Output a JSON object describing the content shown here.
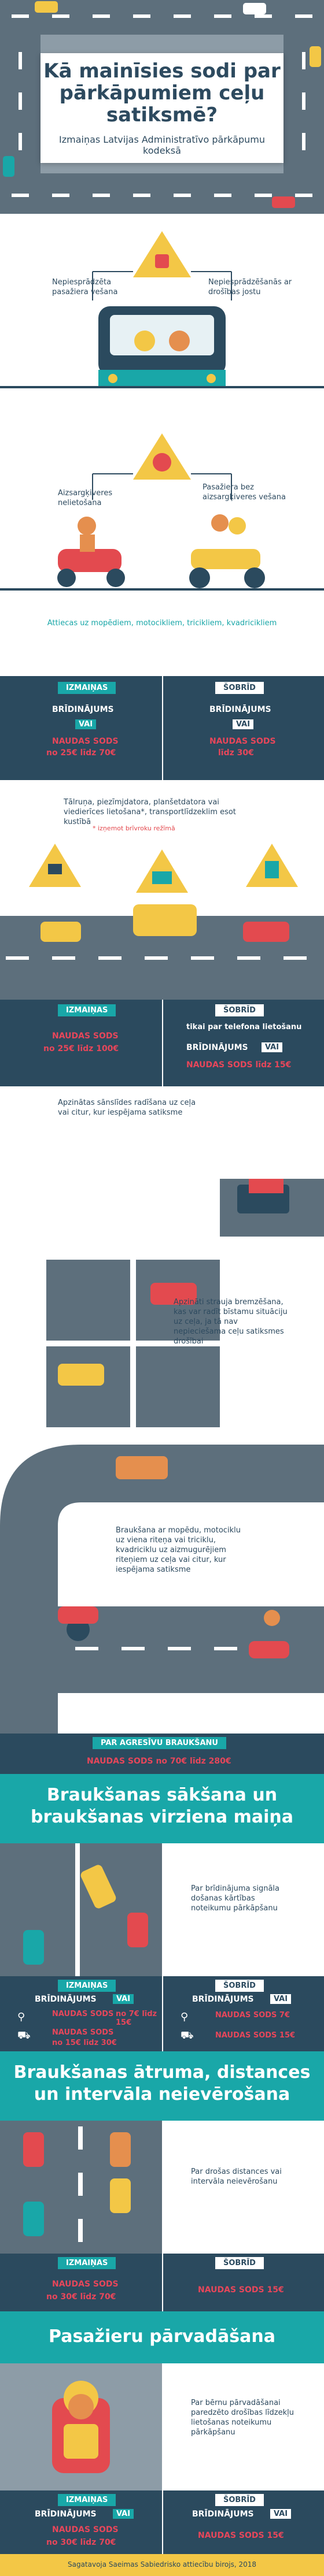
{
  "header": {
    "title": "Kā mainīsies sodi par pārkāpumiem ceļu satiksmē?",
    "subtitle": "Izmaiņas Latvijas Administratīvo pārkāpumu kodeksā"
  },
  "section1": {
    "label_unbelted_passenger": "Nepiesprādzēta pasažiera vešana",
    "label_unbelted_driver": "Nepiesprādzēšanās ar drošības jostu",
    "label_no_helmet": "Aizsargķiveres nelietošana",
    "label_passenger_no_helmet": "Pasažiera bez aizsargķiveres vešana",
    "applies_to": "Attiecas uz mopēdiem, motocikliem, tricikliem, kvadricikliem"
  },
  "band1": {
    "left_head": "IZMAIŅAS",
    "right_head": "ŠOBRĪD",
    "left_warn": "BRĪDINĀJUMS",
    "left_or": "VAI",
    "left_fine_a": "NAUDAS SODS",
    "left_fine_b": "no 25€ līdz 70€",
    "right_warn": "BRĪDINĀJUMS",
    "right_or": "VAI",
    "right_fine_a": "NAUDAS SODS",
    "right_fine_b": "līdz 30€"
  },
  "section2": {
    "text": "Tālruņa, piezīmjdatora, planšetdatora vai viedierīces lietošana*, transportlīdzeklim esot kustībā",
    "note": "* izņemot brīvroku režīmā"
  },
  "band2": {
    "left_head": "IZMAIŅAS",
    "right_head": "ŠOBRĪD",
    "left_fine_a": "NAUDAS SODS",
    "left_fine_b": "no 25€ līdz 100€",
    "right_note": "tikai par telefona lietošanu",
    "right_warn": "BRĪDINĀJUMS",
    "right_or": "VAI",
    "right_fine": "NAUDAS SODS līdz 15€"
  },
  "section3": {
    "text_a": "Apzinātas sānslīdes radīšana uz ceļa vai citur, kur iespējama satiksme",
    "text_b": "Apzināti strauja bremzēšana, kas var radīt bīstamu situāciju uz ceļa, ja tā nav nepieciešama ceļu satiksmes drošībai",
    "text_c": "Braukšana ar mopēdu, motociklu uz viena riteņa vai triciklu, kvadriciklu uz aizmugurējiem riteņiem uz ceļa vai citur, kur iespējama satiksme"
  },
  "band3": {
    "head": "PAR AGRESĪVU BRAUKŠANU",
    "fine": "NAUDAS SODS no 70€ līdz 280€"
  },
  "section4": {
    "title": "Braukšanas sākšana un braukšanas virziena maiņa",
    "text": "Par brīdinājuma signāla došanas kārtības noteikumu pārkāpšanu",
    "left_head": "IZMAIŅAS",
    "right_head": "ŠOBRĪD",
    "left_warn": "BRĪDINĀJUMS",
    "left_or": "VAI",
    "left_car_a": "NAUDAS SODS",
    "left_car_b": "no 15€ līdz 30€",
    "left_bike_a": "NAUDAS SODS",
    "left_bike_b": "no 7€ līdz 15€",
    "right_warn": "BRĪDINĀJUMS",
    "right_or": "VAI",
    "right_car": "NAUDAS SODS 15€",
    "right_bike": "NAUDAS SODS 7€"
  },
  "section5": {
    "title": "Braukšanas ātruma, distances un intervāla neievērošana",
    "text": "Par drošas distances vai intervāla neievērošanu",
    "left_head": "IZMAIŅAS",
    "right_head": "ŠOBRĪD",
    "left_fine_a": "NAUDAS SODS",
    "left_fine_b": "no 30€ līdz 70€",
    "right_fine": "NAUDAS SODS 15€"
  },
  "section6": {
    "title": "Pasažieru pārvadāšana",
    "text": "Par bērnu pārvadāšanai paredzēto drošības līdzekļu lietošanas noteikumu pārkāpšanu",
    "left_head": "IZMAIŅAS",
    "right_head": "ŠOBRĪD",
    "left_warn": "BRĪDINĀJUMS",
    "left_or": "VAI",
    "left_fine_a": "NAUDAS SODS",
    "left_fine_b": "no 30€ līdz 70€",
    "right_warn": "BRĪDINĀJUMS",
    "right_or": "VAI",
    "right_fine": "NAUDAS SODS 15€"
  },
  "footer": {
    "text": "Sagatavoja Saeimas Sabiedrisko attiecību birojs, 2018"
  }
}
